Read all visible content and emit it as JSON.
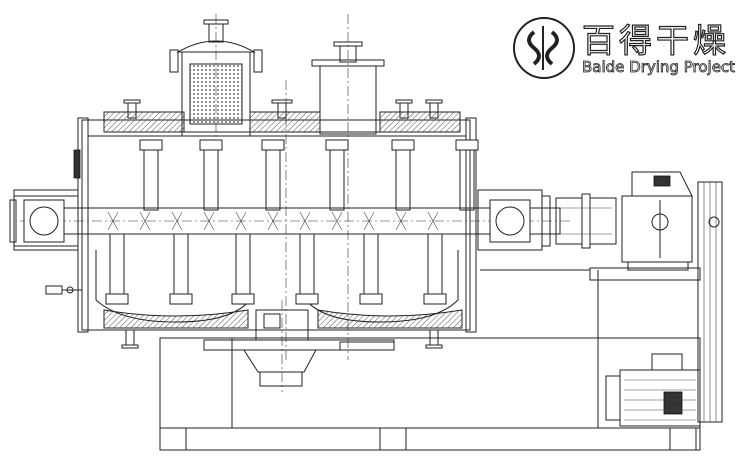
{
  "logo": {
    "chinese_text": "百得干燥",
    "english_text": "Baide Drying Project",
    "emblem_icon": "bd-emblem-icon"
  },
  "drawing": {
    "type": "paddle-dryer-elevation",
    "colors": {
      "line": "#222222",
      "background": "#ffffff"
    }
  }
}
